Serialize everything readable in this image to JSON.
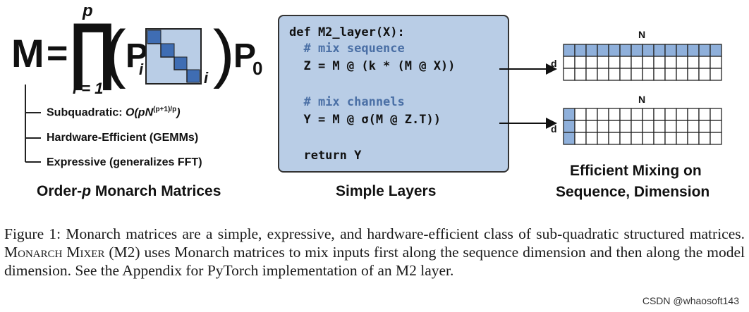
{
  "equation": {
    "lhs": "M",
    "equals": "=",
    "product_symbol": "∏",
    "upper_limit": "p",
    "lower_limit": "i = 1",
    "permutation": "P",
    "permutation_subscript": "i",
    "block_subscript": "i",
    "final_permutation": "P",
    "final_subscript": "0"
  },
  "properties": [
    {
      "label": "Subquadratic: ",
      "math": "O(pN",
      "exponent": "(p+1)/p",
      "close": ")"
    },
    {
      "label": "Hardware-Efficient (GEMMs)"
    },
    {
      "label": "Expressive (generalizes FFT)"
    }
  ],
  "monarch_title": {
    "prefix": "Order-",
    "italic": "p",
    "suffix": " Monarch Matrices"
  },
  "code_lines": [
    {
      "text": "def M2_layer(X):",
      "kind": "code"
    },
    {
      "text": "  # mix sequence",
      "kind": "comment"
    },
    {
      "text": "  Z = M @ (k * (M @ X))",
      "kind": "code"
    },
    {
      "text": "  # mix channels",
      "kind": "comment"
    },
    {
      "text": "  Y = M @ σ(M @ Z.T))",
      "kind": "code"
    },
    {
      "text": "  return Y",
      "kind": "code"
    }
  ],
  "layers_title": "Simple Layers",
  "mixing": {
    "grid_top": {
      "label_N": "N",
      "label_d": "d",
      "rows": 3,
      "cols": 14,
      "highlight": "first-row"
    },
    "grid_bottom": {
      "label_N": "N",
      "label_d": "d",
      "rows": 3,
      "cols": 14,
      "highlight": "first-column"
    },
    "title_line1": "Efficient Mixing on",
    "title_line2": "Sequence, Dimension"
  },
  "caption": {
    "lead": "Figure 1:  Monarch matrices are a simple, expressive, and hardware-efficient class of sub-quadratic structured matrices. ",
    "smallcaps": "Monarch Mixer",
    "tail": " (M2) uses Monarch matrices to mix inputs first along the sequence dimension and then along the model dimension. See the Appendix for PyTorch implementation of an M2 layer."
  },
  "watermark": "CSDN @whaosoft143",
  "colors": {
    "cell_highlight": "#8fb0db",
    "block_fill": "#b9cde6",
    "block_diag": "#3f6db3",
    "comment": "#4a6fa5"
  }
}
